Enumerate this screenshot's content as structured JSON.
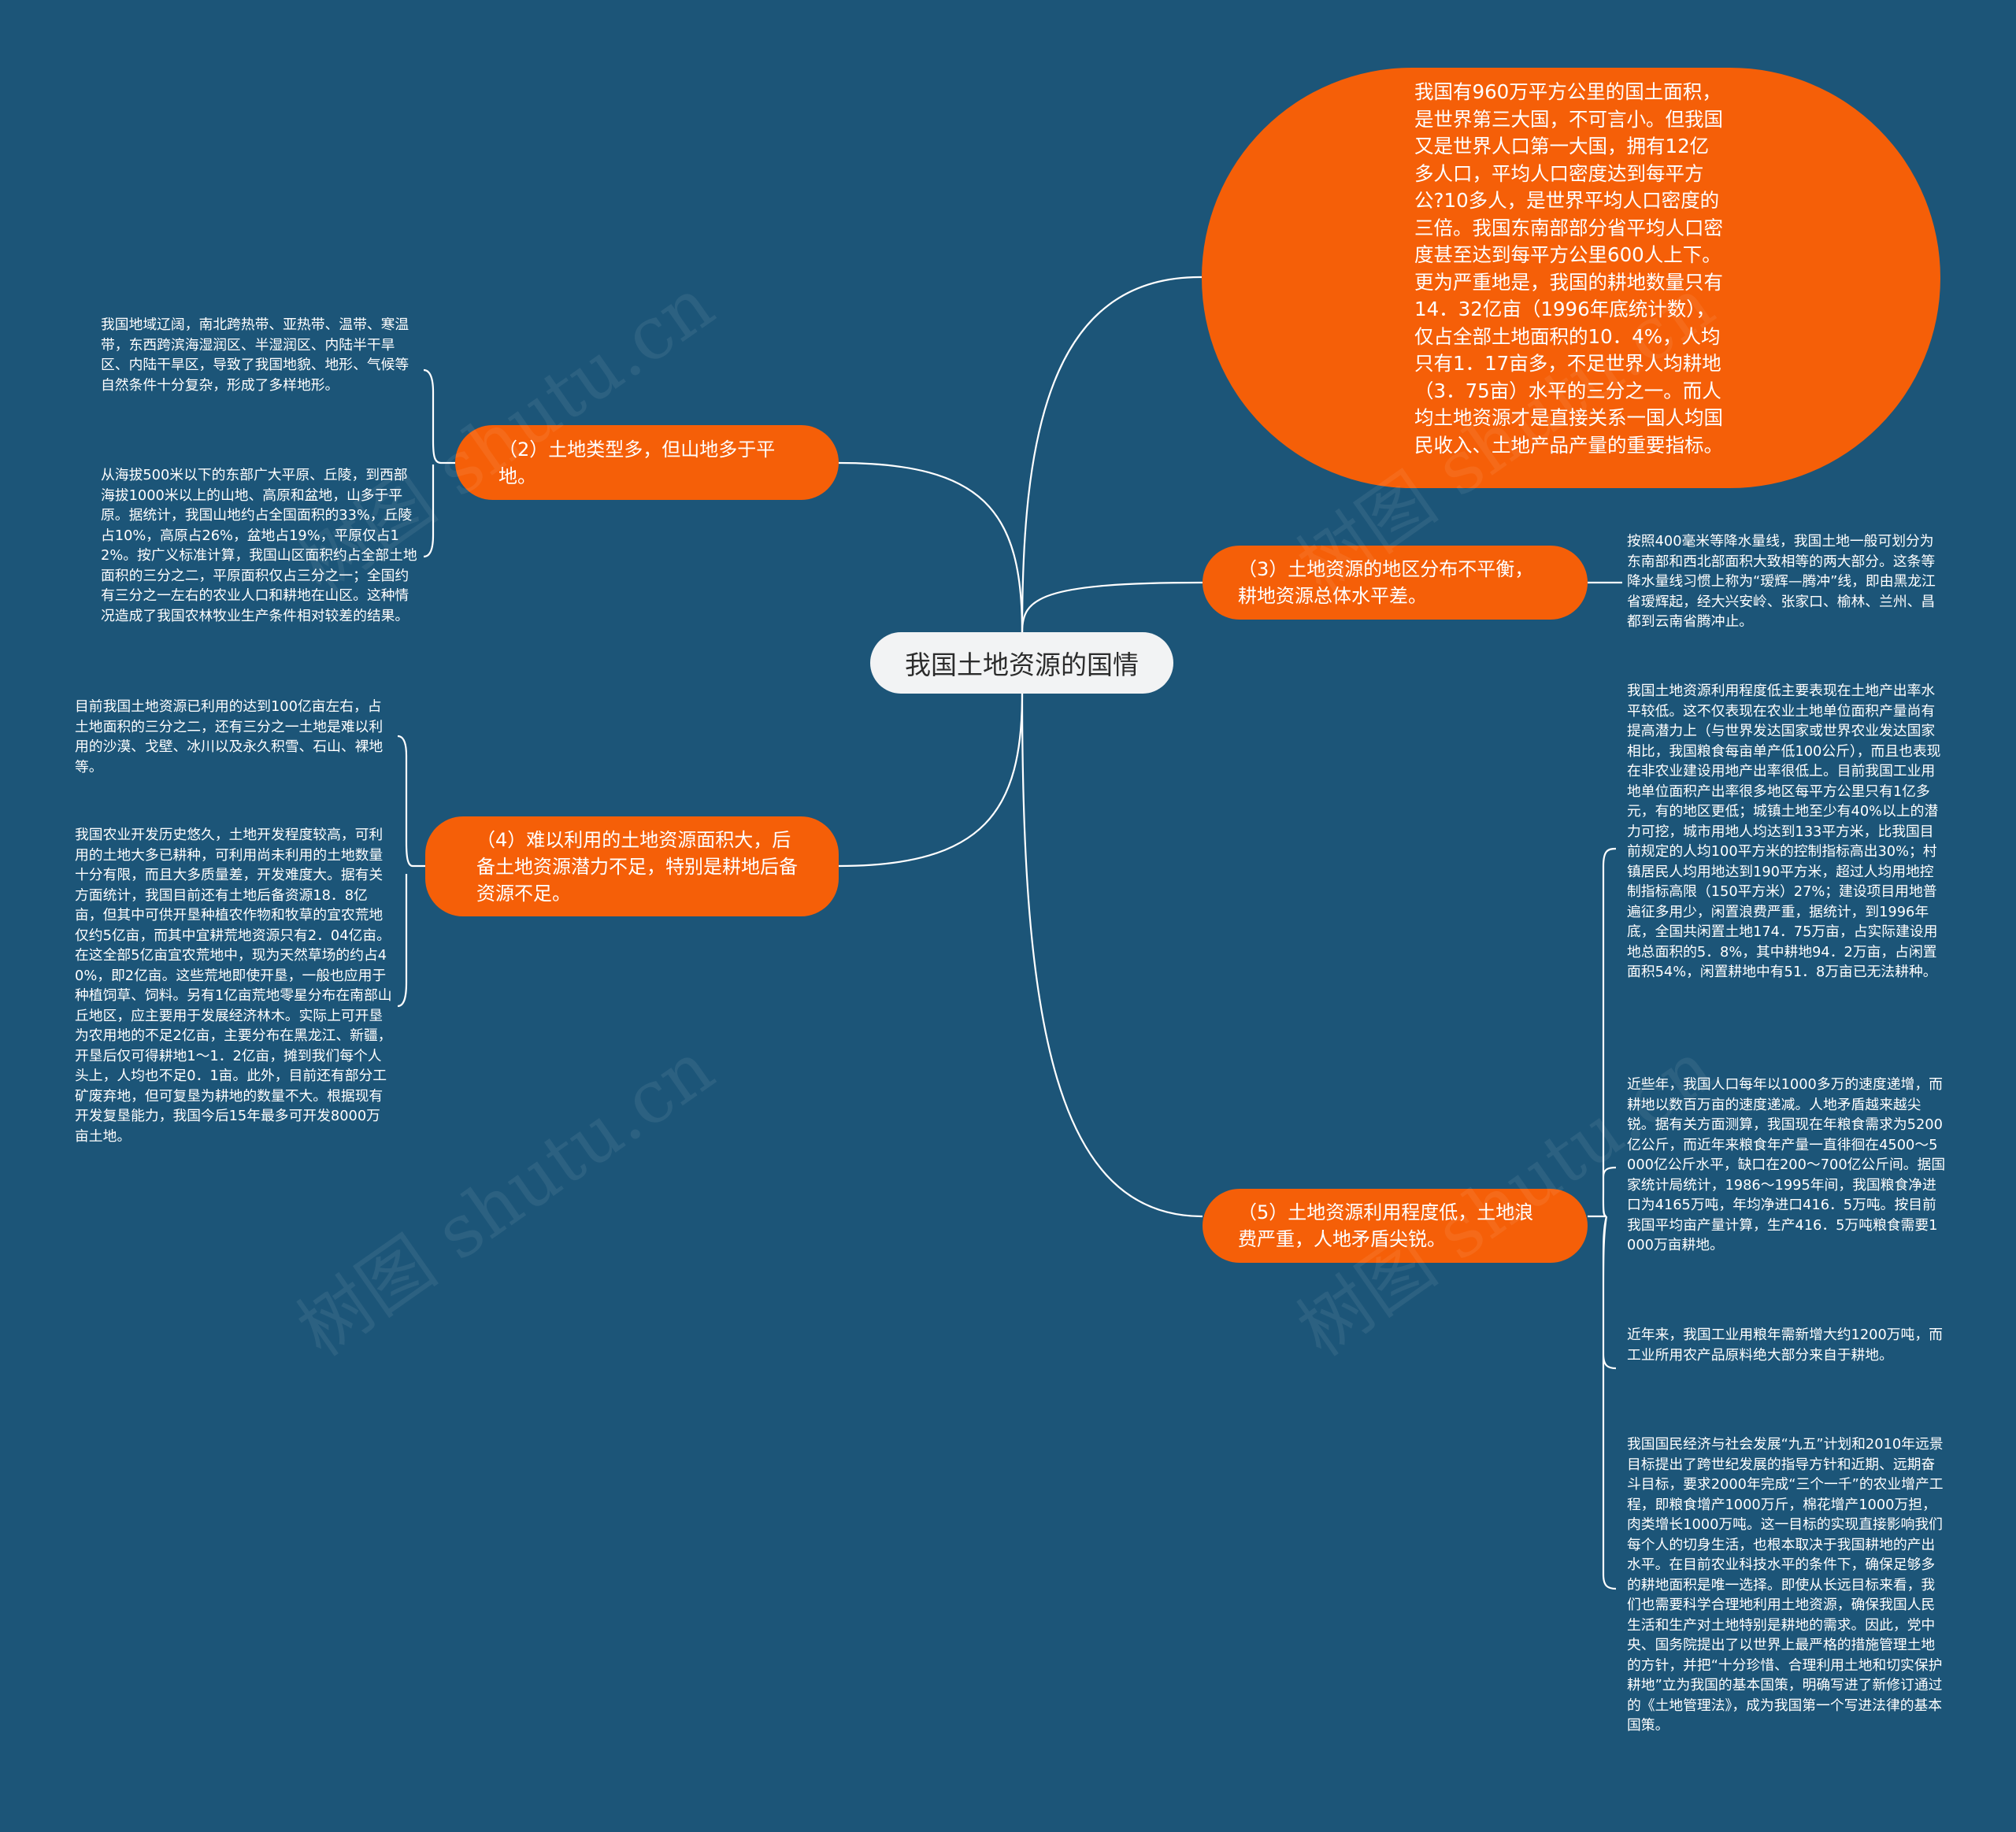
{
  "root": {
    "label": "我国土地资源的国情"
  },
  "branches": {
    "b1": {
      "text": "我国有960万平方公里的国土面积，是世界第三大国，不可言小。但我国又是世界人口第一大国，拥有12亿多人口，平均人口密度达到每平方公?10多人，是世界平均人口密度的三倍。我国东南部部分省平均人口密度甚至达到每平方公里600人上下。更为严重地是，我国的耕地数量只有14．32亿亩（1996年底统计数），仅占全部土地面积的10．4%，人均只有1．17亩多，不足世界人均耕地（3．75亩）水平的三分之一。而人均土地资源才是直接关系一国人均国民收入、土地产品产量的重要指标。"
    },
    "b2": {
      "text": "（2）土地类型多，但山地多于平地。"
    },
    "b3": {
      "text": "（3）土地资源的地区分布不平衡，耕地资源总体水平差。"
    },
    "b4": {
      "text": "（4）难以利用的土地资源面积大，后备土地资源潜力不足，特别是耕地后备资源不足。"
    },
    "b5": {
      "text": "（5）土地资源利用程度低，土地浪费严重，人地矛盾尖锐。"
    }
  },
  "leaves": {
    "b2_1": "我国地域辽阔，南北跨热带、亚热带、温带、寒温带，东西跨滨海湿润区、半湿润区、内陆半干旱区、内陆干旱区，导致了我国地貌、地形、气候等自然条件十分复杂，形成了多样地形。",
    "b2_2": "从海拔500米以下的东部广大平原、丘陵，到西部海拔1000米以上的山地、高原和盆地，山多于平原。据统计，我国山地约占全国面积的33%，丘陵占10%，高原占26%，盆地占19%，平原仅占12%。按广义标准计算，我国山区面积约占全部土地面积的三分之二，平原面积仅占三分之一；全国约有三分之一左右的农业人口和耕地在山区。这种情况造成了我国农林牧业生产条件相对较差的结果。",
    "b3_1": "按照400毫米等降水量线，我国土地一般可划分为东南部和西北部面积大致相等的两大部分。这条等降水量线习惯上称为“瑷辉—腾冲”线，即由黑龙江省瑷辉起，经大兴安岭、张家口、榆林、兰州、昌都到云南省腾冲止。",
    "b4_1": "目前我国土地资源已利用的达到100亿亩左右，占土地面积的三分之二，还有三分之一土地是难以利用的沙漠、戈壁、冰川以及永久积雪、石山、裸地等。",
    "b4_2": "我国农业开发历史悠久，土地开发程度较高，可利用的土地大多已耕种，可利用尚未利用的土地数量十分有限，而且大多质量差，开发难度大。据有关方面统计，我国目前还有土地后备资源18．8亿亩，但其中可供开垦种植农作物和牧草的宜农荒地仅约5亿亩，而其中宜耕荒地资源只有2．04亿亩。在这全部5亿亩宜农荒地中，现为天然草场的约占40%，即2亿亩。这些荒地即使开垦，一般也应用于种植饲草、饲料。另有1亿亩荒地零星分布在南部山丘地区，应主要用于发展经济林木。实际上可开垦为农用地的不足2亿亩，主要分布在黑龙江、新疆，开垦后仅可得耕地1～1．2亿亩，摊到我们每个人头上，人均也不足0．1亩。此外，目前还有部分工矿废弃地，但可复垦为耕地的数量不大。根据现有开发复垦能力，我国今后15年最多可开发8000万亩土地。",
    "b5_1": "我国土地资源利用程度低主要表现在土地产出率水平较低。这不仅表现在农业土地单位面积产量尚有提高潜力上（与世界发达国家或世界农业发达国家相比，我国粮食每亩单产低100公斤），而且也表现在非农业建设用地产出率很低上。目前我国工业用地单位面积产出率很多地区每平方公里只有1亿多元，有的地区更低；城镇土地至少有40%以上的潜力可挖，城市用地人均达到133平方米，比我国目前规定的人均100平方米的控制指标高出30%；村镇居民人均用地达到190平方米，超过人均用地控制指标高限（150平方米）27%；建设项目用地普遍征多用少，闲置浪费严重，据统计，到1996年底，全国共闲置土地174．75万亩，占实际建设用地总面积的5．8%，其中耕地94．2万亩，占闲置面积54%，闲置耕地中有51．8万亩已无法耕种。",
    "b5_2": "近些年，我国人口每年以1000多万的速度递增，而耕地以数百万亩的速度递减。人地矛盾越来越尖锐。据有关方面测算，我国现在年粮食需求为5200亿公斤，而近年来粮食年产量一直徘徊在4500～5000亿公斤水平，缺口在200～700亿公斤间。据国家统计局统计，1986～1995年间，我国粮食净进口为4165万吨，年均净进口416．5万吨。按目前我国平均亩产量计算，生产416．5万吨粮食需要1000万亩耕地。",
    "b5_3": "近年来，我国工业用粮年需新增大约1200万吨，而工业所用农产品原料绝大部分来自于耕地。",
    "b5_4": "我国国民经济与社会发展“九五”计划和2010年远景目标提出了跨世纪发展的指导方针和近期、远期奋斗目标，要求2000年完成“三个一千”的农业增产工程，即粮食增产1000万斤，棉花增产1000万担，肉类增长1000万吨。这一目标的实现直接影响我们每个人的切身生活，也根本取决于我国耕地的产出水平。在目前农业科技水平的条件下，确保足够多的耕地面积是唯一选择。即使从长远目标来看，我们也需要科学合理地利用土地资源，确保我国人民生活和生产对土地特别是耕地的需求。因此，党中央、国务院提出了以世界上最严格的措施管理土地的方针，并把“十分珍惜、合理利用土地和切实保护耕地”立为我国的基本国策，明确写进了新修订通过的《土地管理法》，成为我国第一个写进法律的基本国策。"
  },
  "watermark": "树图 shutu.cn",
  "colors": {
    "background": "#1c5578",
    "branch": "#f55f08",
    "root": "#f2f3f4",
    "line": "#ffffff"
  }
}
